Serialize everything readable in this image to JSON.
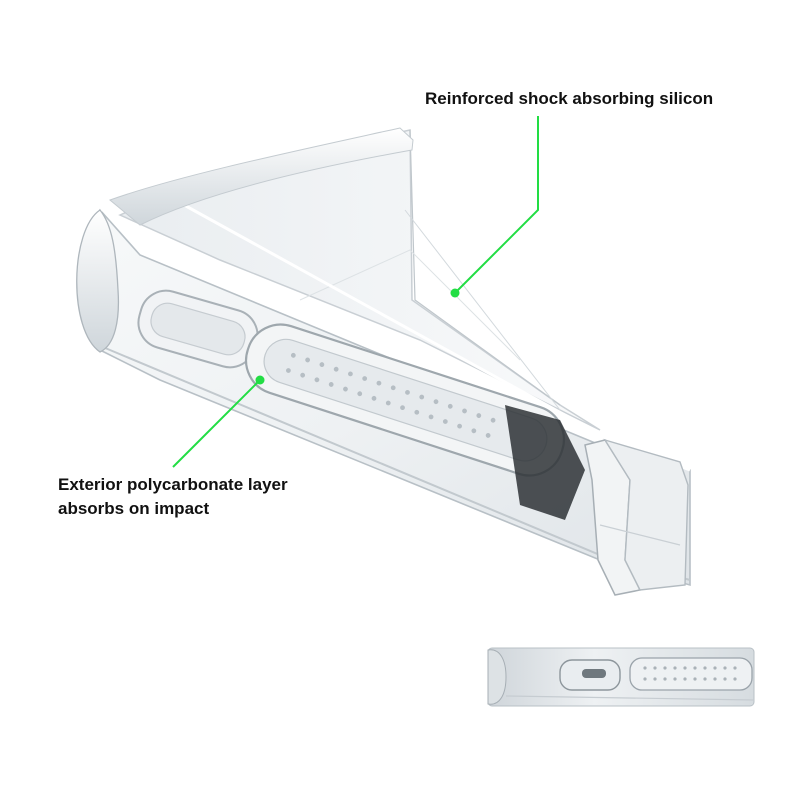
{
  "annotations": {
    "top": {
      "text": "Reinforced shock absorbing silicon"
    },
    "bottom": {
      "line1": "Exterior polycarbonate layer",
      "line2": "absorbs on impact"
    }
  },
  "colors": {
    "callout": "#22dd44",
    "case_edge": "#c9cfd4",
    "case_shadow": "#9aa3aa",
    "text": "#111111",
    "background": "#ffffff"
  }
}
